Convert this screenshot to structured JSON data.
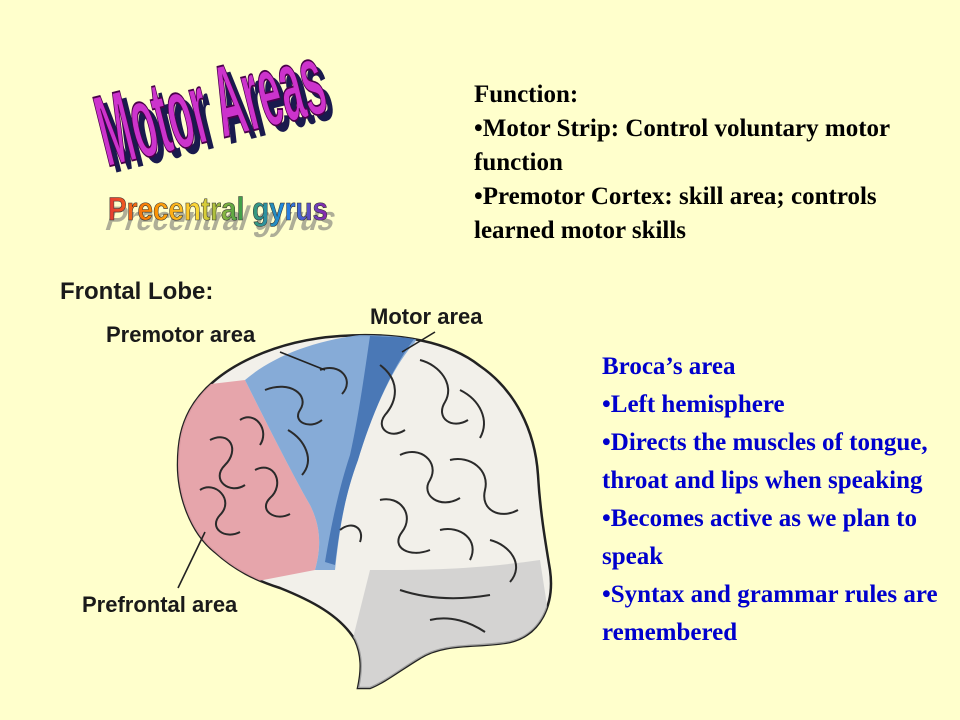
{
  "slide": {
    "title": "Motor Areas",
    "subtitle": "Precentral gyrus"
  },
  "function_block": {
    "heading": "Function:",
    "bullets": [
      "Motor Strip:  Control voluntary motor function",
      "Premotor Cortex:  skill area; controls learned motor skills"
    ]
  },
  "broca_block": {
    "heading": "Broca’s area",
    "bullets": [
      "Left hemisphere",
      "Directs the muscles of tongue, throat and lips when speaking",
      "Becomes active as we plan to speak",
      "Syntax and grammar rules are remembered"
    ]
  },
  "figure": {
    "heading": "Frontal Lobe:",
    "labels": {
      "premotor": "Premotor area",
      "motor": "Motor area",
      "prefrontal": "Prefrontal area"
    }
  },
  "colors": {
    "background": "#FFFFCC",
    "title_fill": "#CC33CC",
    "title_shadow": "#1a1a4d",
    "broca_text": "#0000CC",
    "motor_region": "#7FA7D6",
    "prefrontal_region": "#E5A0A8",
    "brain_base": "#F2F0EA"
  }
}
